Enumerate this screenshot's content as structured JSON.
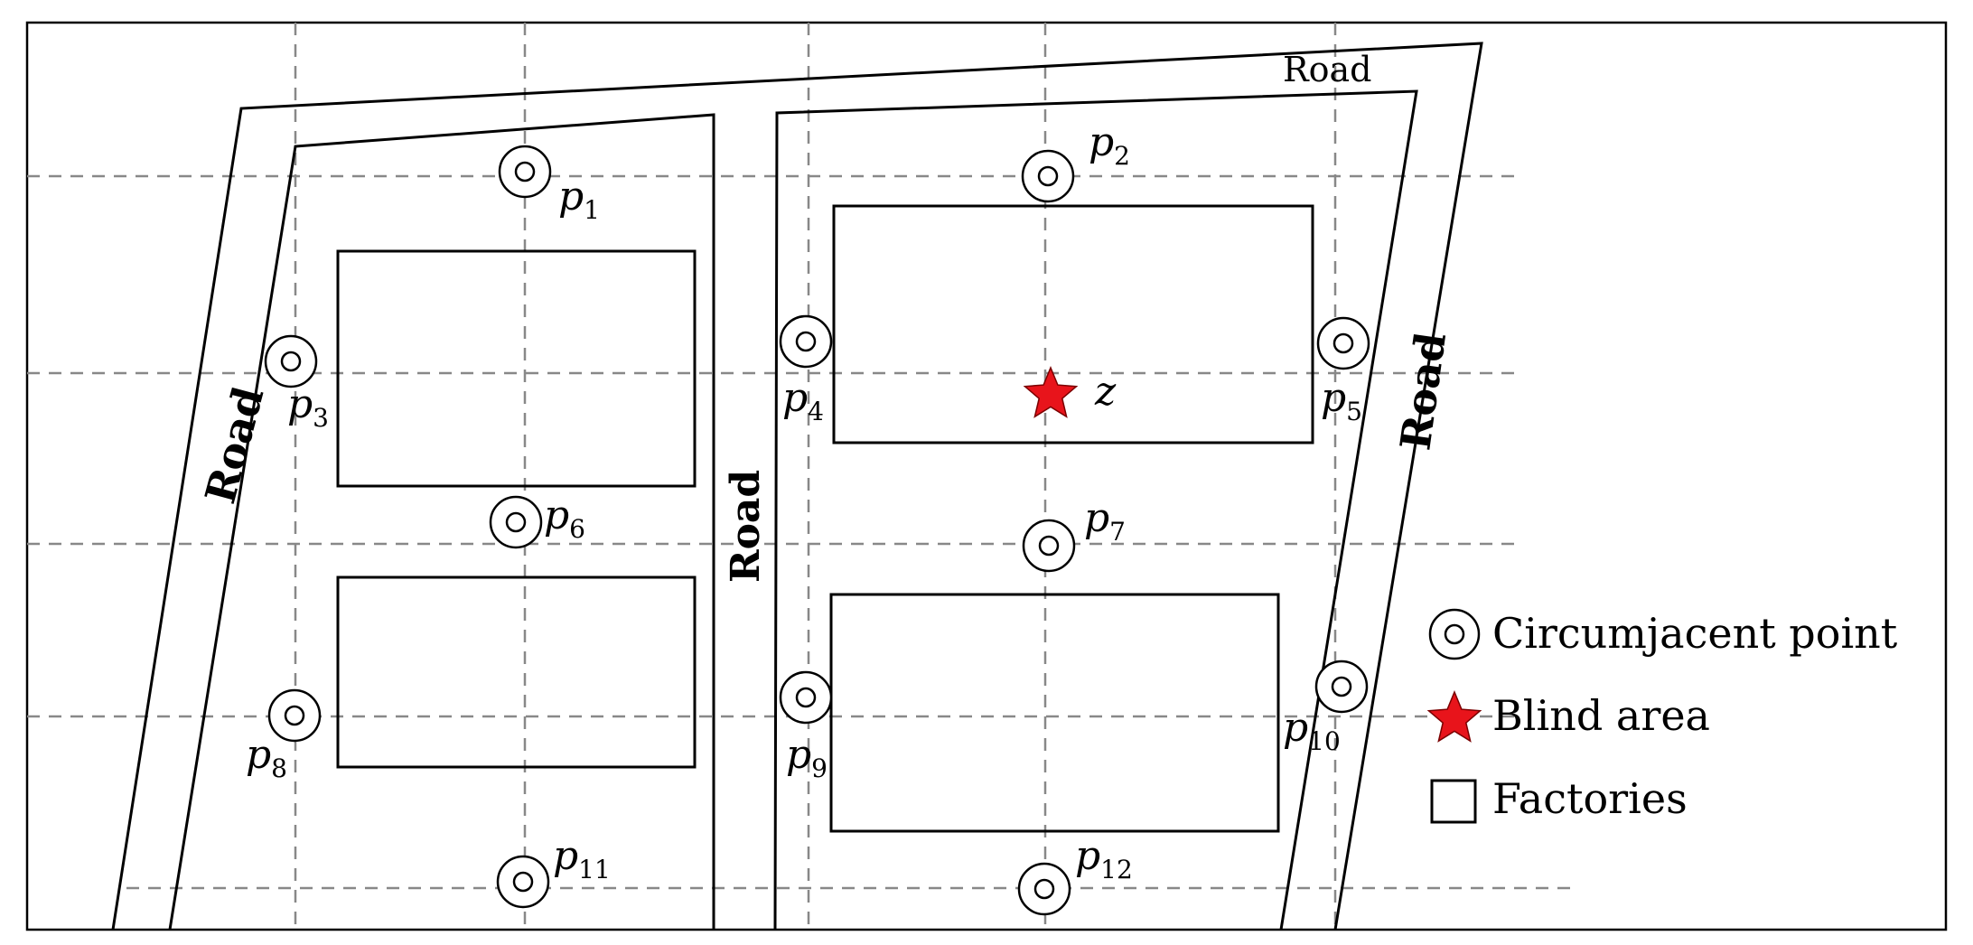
{
  "roads": {
    "top": "Road",
    "left": "Road",
    "middle": "Road",
    "right": "Road"
  },
  "points": [
    {
      "id": "p1",
      "letter": "p",
      "sub": "1"
    },
    {
      "id": "p2",
      "letter": "p",
      "sub": "2"
    },
    {
      "id": "p3",
      "letter": "p",
      "sub": "3"
    },
    {
      "id": "p4",
      "letter": "p",
      "sub": "4"
    },
    {
      "id": "p5",
      "letter": "p",
      "sub": "5"
    },
    {
      "id": "p6",
      "letter": "p",
      "sub": "6"
    },
    {
      "id": "p7",
      "letter": "p",
      "sub": "7"
    },
    {
      "id": "p8",
      "letter": "p",
      "sub": "8"
    },
    {
      "id": "p9",
      "letter": "p",
      "sub": "9"
    },
    {
      "id": "p10",
      "letter": "p",
      "sub": "10"
    },
    {
      "id": "p11",
      "letter": "p",
      "sub": "11"
    },
    {
      "id": "p12",
      "letter": "p",
      "sub": "12"
    }
  ],
  "blind_area_label": "z",
  "legend": {
    "circumjacent": "Circumjacent point",
    "blind": "Blind area",
    "factories": "Factories"
  },
  "colors": {
    "star": "#e8141b",
    "grid": "#888888",
    "line": "#000000"
  }
}
